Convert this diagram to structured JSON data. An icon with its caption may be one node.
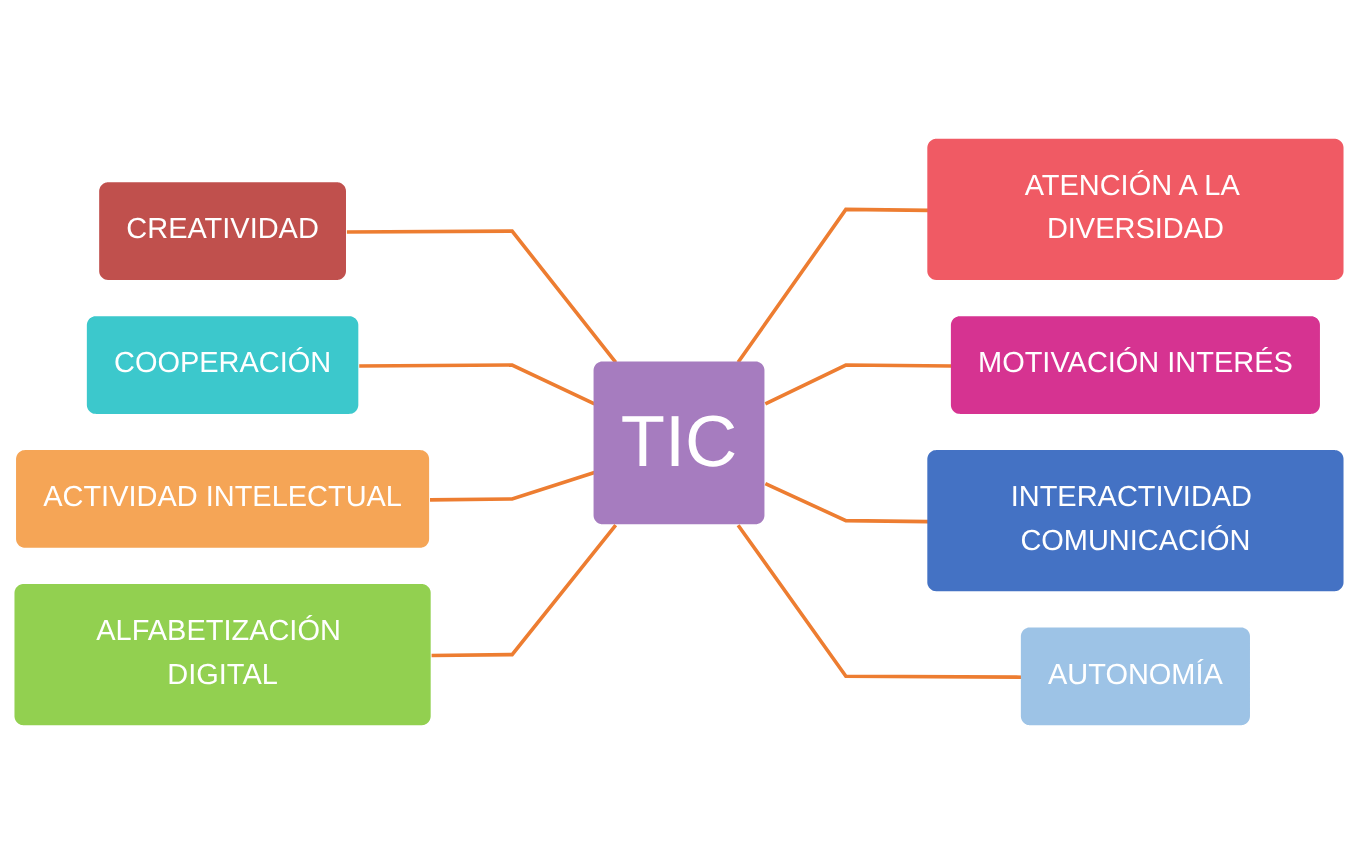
{
  "diagram": {
    "nodes": [
      {
        "text": [
          "CREATIVIDAD"
        ]
      },
      {
        "text": [
          "COOPERACIÓN"
        ]
      },
      {
        "text": [
          "ATENCIÓN A LA DIVERSIDAD"
        ]
      },
      {
        "text": [
          "TIC"
        ]
      },
      {
        "text": [
          "ACTIVIDAD INTELECTUAL"
        ]
      },
      {
        "text": [
          "MOTIVACIÓN INTERÉS"
        ]
      },
      {
        "text": [
          "ALFABETIZACIÓN DIGITAL"
        ]
      },
      {
        "text": [
          "INTERACTIVIDAD COMUNICACIÓN"
        ]
      },
      {
        "text": [
          "AUTONOMÍA"
        ]
      }
    ],
    "edges": [
      {
        "from": 0,
        "to": 3,
        "arrow": "none"
      },
      {
        "from": 1,
        "to": 3,
        "arrow": "none"
      },
      {
        "from": 3,
        "to": 2,
        "arrow": "none"
      },
      {
        "from": 4,
        "to": 3,
        "arrow": "none"
      },
      {
        "from": 3,
        "to": 5,
        "arrow": "none"
      },
      {
        "from": 6,
        "to": 3,
        "arrow": "none"
      },
      {
        "from": 3,
        "to": 7,
        "arrow": "none"
      },
      {
        "from": 3,
        "to": 8,
        "arrow": "none"
      }
    ]
  }
}
